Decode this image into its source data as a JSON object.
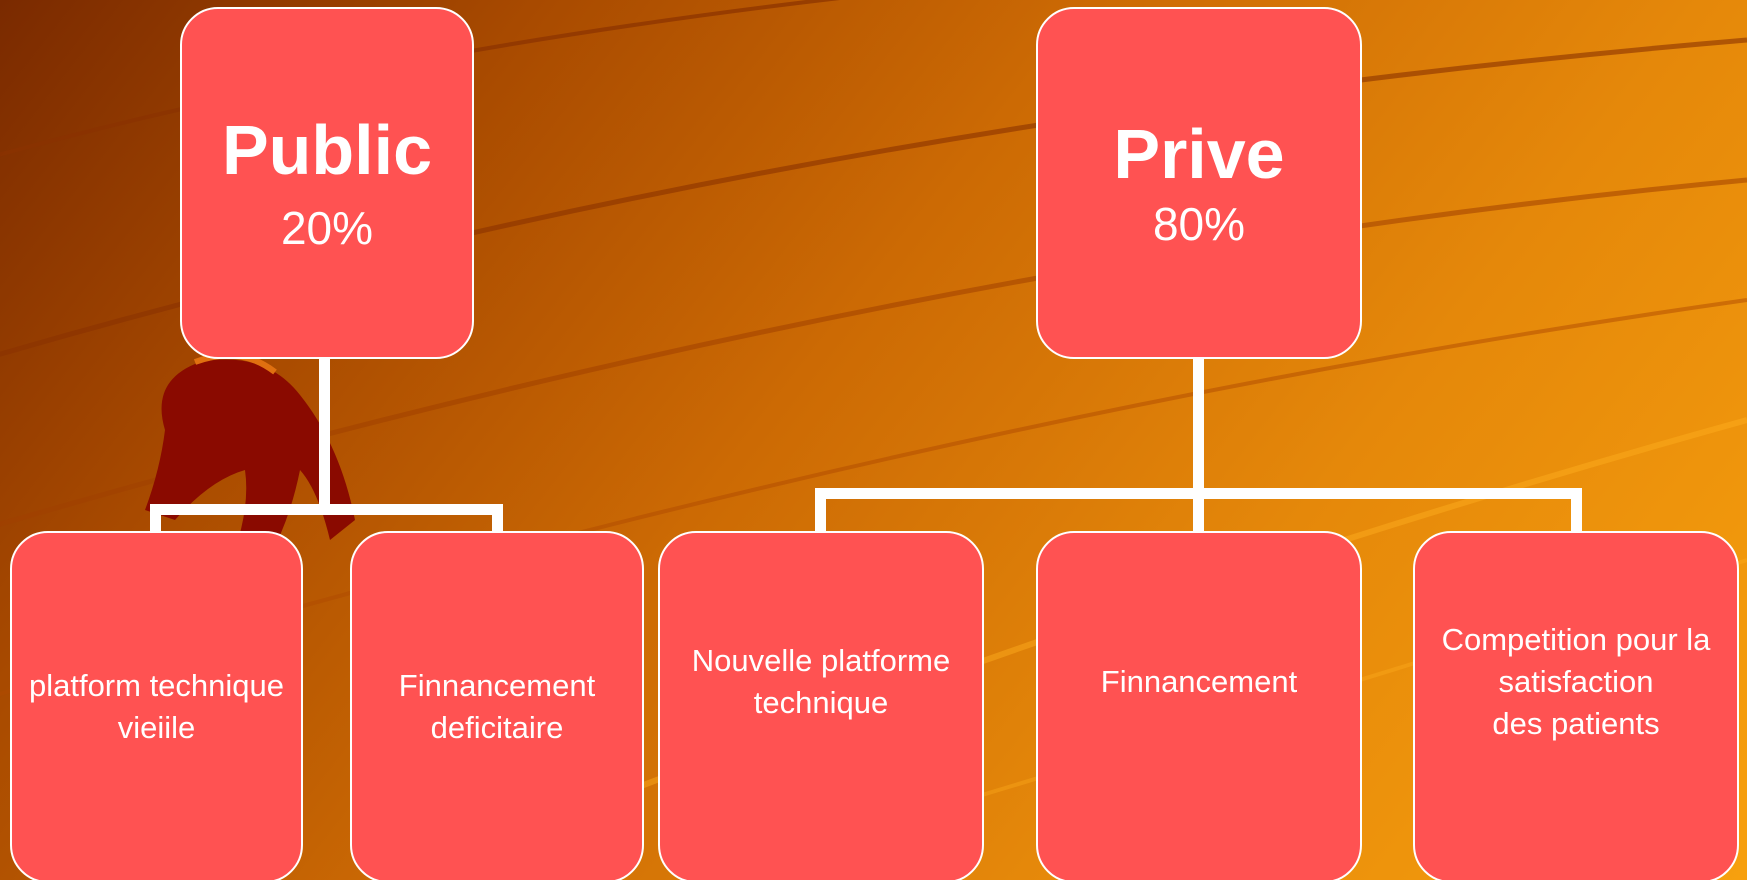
{
  "top_nodes": [
    {
      "title": "Public",
      "percent": "20%"
    },
    {
      "title": "Prive",
      "percent": "80%"
    }
  ],
  "public_children": [
    {
      "line1": "platform technique",
      "line2": "vieiile"
    },
    {
      "line1": "Finnancement",
      "line2": "deficitaire"
    }
  ],
  "prive_children": [
    {
      "line1": "Nouvelle platforme",
      "line2": "technique"
    },
    {
      "line1": "Finnancement"
    },
    {
      "line1": "Competition pour la",
      "line2": "satisfaction",
      "line3": "des patients"
    }
  ],
  "colors": {
    "node_fill": "#ff5252",
    "node_border": "#ffffff",
    "connector": "#ffffff",
    "background_dark": "#7a2a00",
    "background_light": "#f7a00e"
  }
}
